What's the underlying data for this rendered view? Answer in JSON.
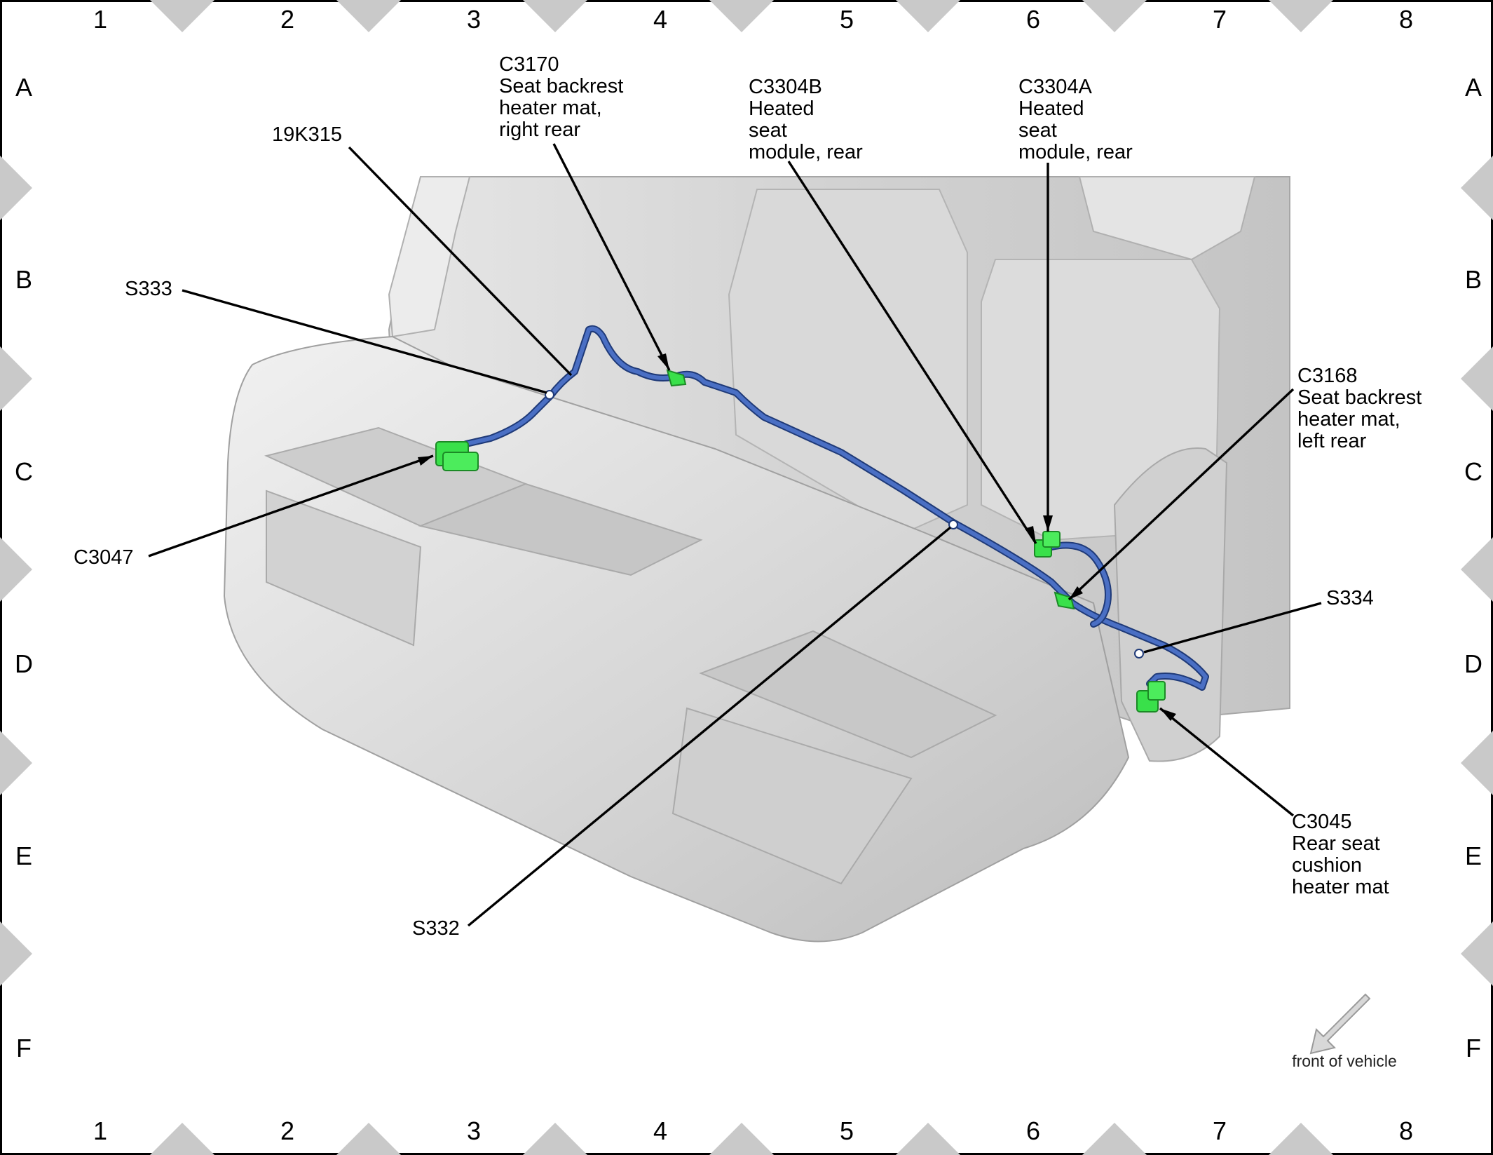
{
  "grid": {
    "columns": [
      "1",
      "2",
      "3",
      "4",
      "5",
      "6",
      "7",
      "8"
    ],
    "rows": [
      "A",
      "B",
      "C",
      "D",
      "E",
      "F"
    ]
  },
  "callouts": [
    {
      "id": "c3170",
      "lines": [
        "C3170",
        "Seat backrest",
        "heater mat,",
        "right rear"
      ]
    },
    {
      "id": "19k315",
      "lines": [
        "19K315"
      ]
    },
    {
      "id": "c3304b",
      "lines": [
        "C3304B",
        "Heated",
        "seat",
        "module, rear"
      ]
    },
    {
      "id": "c3304a",
      "lines": [
        "C3304A",
        "Heated",
        "seat",
        "module, rear"
      ]
    },
    {
      "id": "s333",
      "lines": [
        "S333"
      ]
    },
    {
      "id": "c3168",
      "lines": [
        "C3168",
        "Seat backrest",
        "heater mat,",
        "left rear"
      ]
    },
    {
      "id": "c3047",
      "lines": [
        "C3047"
      ]
    },
    {
      "id": "s334",
      "lines": [
        "S334"
      ]
    },
    {
      "id": "c3045",
      "lines": [
        "C3045",
        "Rear seat",
        "cushion",
        "heater mat"
      ]
    },
    {
      "id": "s332",
      "lines": [
        "S332"
      ]
    }
  ],
  "front_indicator": {
    "label": "front of vehicle",
    "icon": "arrow-icon"
  },
  "colors": {
    "harness": "#4a6fc4",
    "harness_edge": "#1f3a78",
    "connector": "#39e04a",
    "connector_edge": "#1c8a26",
    "seat": "#d7d7d7",
    "seat_shadow": "#b5b5b5",
    "border_diamond": "#c9c9c9"
  }
}
